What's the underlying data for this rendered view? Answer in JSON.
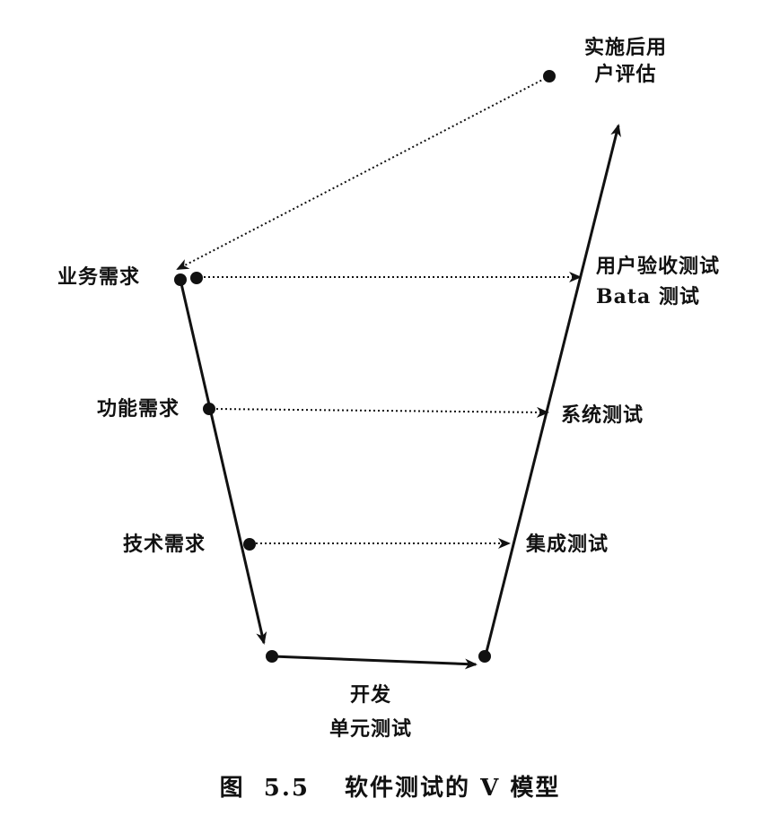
{
  "labels": {
    "post_eval_line1": "实施后用",
    "post_eval_line2": "户评估",
    "business_req": "业务需求",
    "functional_req": "功能需求",
    "technical_req": "技术需求",
    "acceptance_line1": "用户验收测试",
    "acceptance_line2": "Bata 测试",
    "system_test": "系统测试",
    "integration_test": "集成测试",
    "development": "开发",
    "unit_test": "单元测试"
  },
  "caption": {
    "figure_label": "图",
    "figure_number": "5.5",
    "title": "软件测试的 V 模型"
  }
}
